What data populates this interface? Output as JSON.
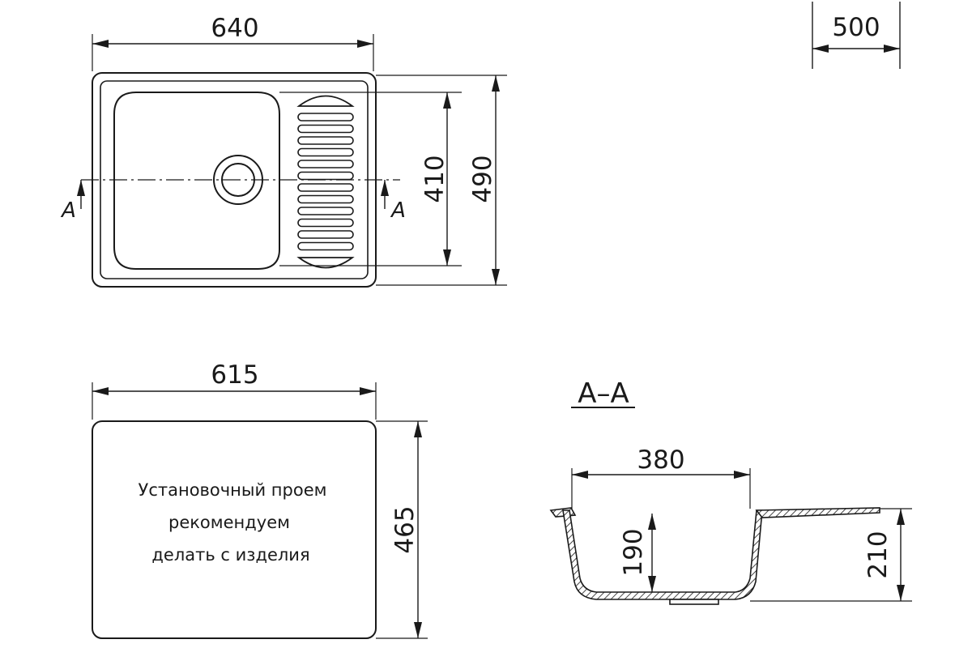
{
  "top_view": {
    "width_label": "640",
    "bowl_depth_label": "410",
    "height_label": "490",
    "section_marker_left": "A",
    "section_marker_right": "A"
  },
  "cabinet": {
    "label": "500"
  },
  "cutout_view": {
    "width_label": "615",
    "height_label": "465",
    "note_lines": [
      "Установочный проем",
      "рекомендуем",
      "делать с изделия"
    ]
  },
  "section_view": {
    "title": "A–A",
    "bowl_width_label": "380",
    "bowl_depth_label": "190",
    "total_depth_label": "210"
  },
  "colors": {
    "line": "#1a1a1a",
    "background": "#ffffff"
  }
}
